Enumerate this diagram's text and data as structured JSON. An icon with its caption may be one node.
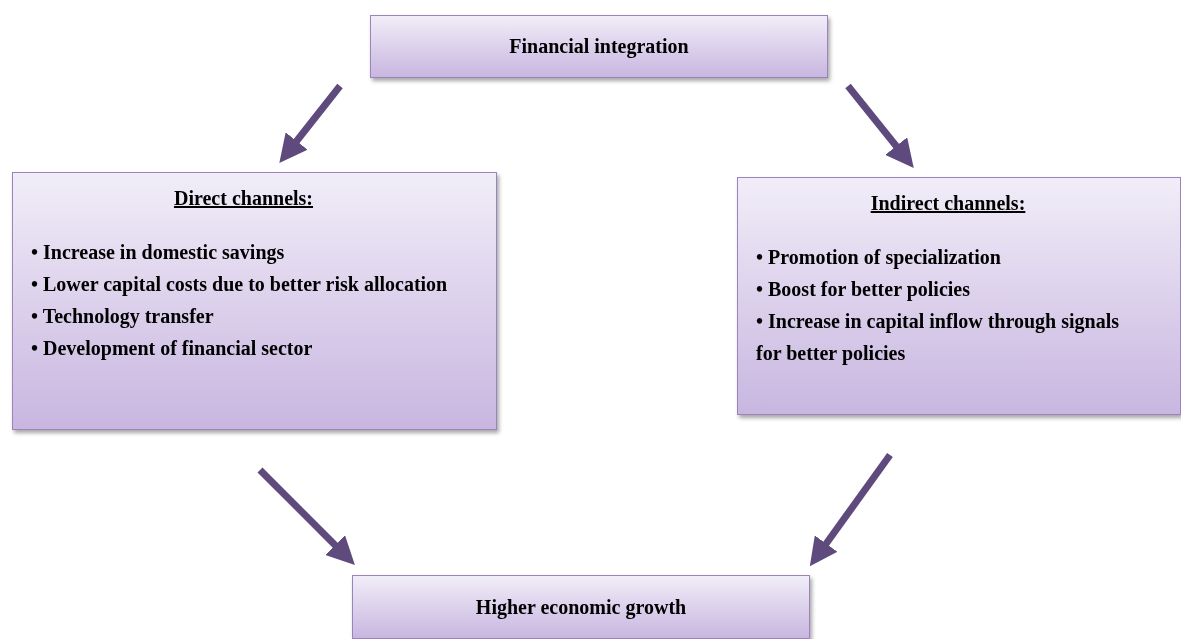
{
  "diagram": {
    "nodes": [
      {
        "text": [
          "Financial integration"
        ]
      },
      {
        "text": [
          "Direct channels:",
          "• Increase in domestic savings",
          "• Lower capital costs due to better risk allocation",
          "• Technology transfer",
          "• Development of financial sector"
        ]
      },
      {
        "text": [
          "Indirect channels:",
          "• Promotion of specialization",
          "• Boost for better policies",
          "• Increase in capital inflow through signals for better policies"
        ]
      },
      {
        "text": [
          "Higher economic growth"
        ]
      }
    ],
    "edges": [
      {
        "from": 0,
        "to": 1,
        "arrow": "to"
      },
      {
        "from": 0,
        "to": 2,
        "arrow": "to"
      },
      {
        "from": 1,
        "to": 3,
        "arrow": "to"
      },
      {
        "from": 2,
        "to": 3,
        "arrow": "to"
      }
    ]
  }
}
